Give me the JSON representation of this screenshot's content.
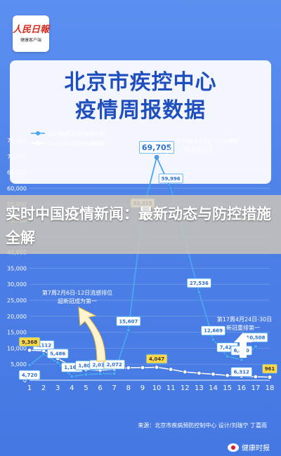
{
  "logo": {
    "line1": "人民日報",
    "line2": "健康客户端"
  },
  "title": {
    "line1": "北京市疾控中心",
    "line2": "疫情周报数据"
  },
  "banner": {
    "text": "实时中国疫情新闻：最新动态与防控措施全解"
  },
  "source": "来源：北京市疾病预防控制中心 设计/刘瑞宁 丁嘉雨",
  "watermark": "健康时报",
  "colors": {
    "series2023": "#4aa6ee",
    "series2022": "#ffffff",
    "highlight": "#ffd84a",
    "axis": "#ffffff"
  },
  "chart_data": {
    "type": "line",
    "x": [
      1,
      2,
      3,
      4,
      5,
      6,
      7,
      8,
      9,
      10,
      11,
      12,
      13,
      14,
      15,
      16,
      17,
      18
    ],
    "ylim": [
      0,
      75000
    ],
    "yticks": [
      "0",
      "5,000",
      "10,000",
      "15,000",
      "20,000",
      "25,000",
      "30,000",
      "35,000",
      "40,000",
      "45,000",
      "50,000",
      "55,000",
      "60,000",
      "65,000",
      "70,000",
      "75,000"
    ],
    "series": [
      {
        "name": "2023年周法定传染病例数",
        "values": [
          4720,
          8112,
          5486,
          1166,
          1800,
          2010,
          2072,
          15607,
          52315,
          69705,
          59996,
          null,
          27536,
          12669,
          7420,
          6430,
          10508,
          null
        ]
      },
      {
        "name": "2022年周法定传染病例数",
        "values": [
          9368,
          9200,
          6800,
          4300,
          3300,
          3100,
          3500,
          3900,
          3950,
          4047,
          3400,
          2600,
          2200,
          1900,
          1500,
          1300,
          1100,
          961
        ]
      }
    ],
    "data_labels": {
      "s2023": [
        "4,720",
        "8,112",
        "5,486",
        "1,166",
        "1,800",
        "2,010",
        "2,072",
        "15,607",
        "52,315",
        "69,705",
        "59,996",
        "",
        "27,536",
        "12,669",
        "7,420",
        "6,430",
        "10,508",
        ""
      ],
      "s2022": {
        "1": "9,368",
        "10": "4,047",
        "18": "961"
      }
    },
    "extra_labels": [
      {
        "x": 16,
        "text": "6,312"
      }
    ],
    "annotations": [
      {
        "text": "第10周3月6日-12日周报",
        "text2": "感染数见顶"
      },
      {
        "text": "第7周2月6日-12日流感排位",
        "text2": "超新冠成为第一"
      },
      {
        "text": "第17周4月24日-30日",
        "text2": "新冠重排第一"
      }
    ]
  }
}
